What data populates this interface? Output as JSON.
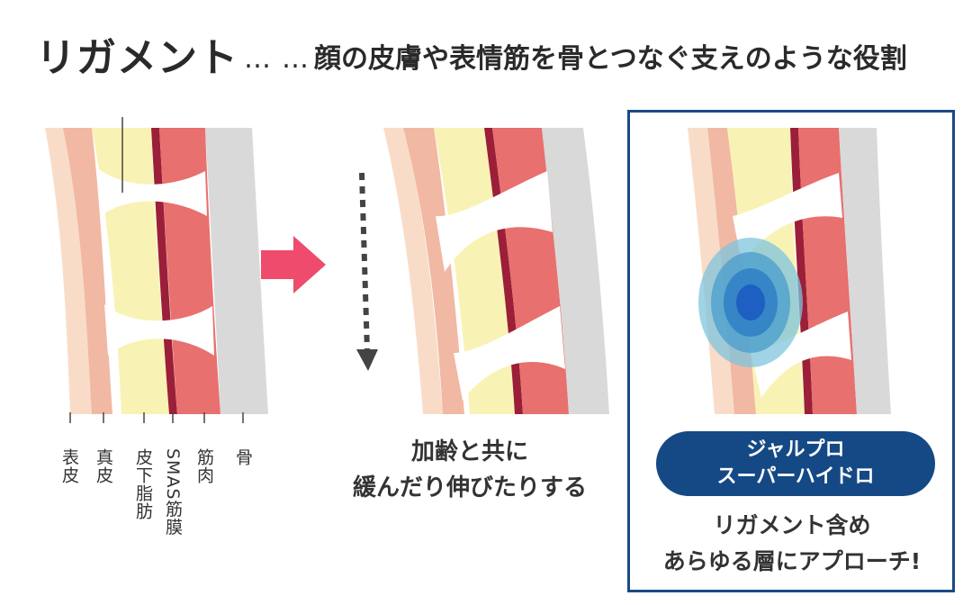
{
  "title": {
    "main": "リガメント",
    "dots": "…",
    "description": "顔の皮膚や表情筋を骨とつなぐ支えのような役割"
  },
  "layers": {
    "epidermis": "表皮",
    "dermis": "真皮",
    "fat": "皮下脂肪",
    "smas": "SMAS筋膜",
    "muscle": "筋肉",
    "bone": "骨"
  },
  "middle_caption": {
    "line1": "加齢と共に",
    "line2": "緩んだり伸びたりする"
  },
  "right_panel": {
    "badge_line1": "ジャルプロ",
    "badge_line2": "スーパーハイドロ",
    "caption_line1": "リガメント含め",
    "caption_line2": "あらゆる層にアプローチ!"
  },
  "colors": {
    "epidermis": "#f9dcc8",
    "dermis": "#f1b8a4",
    "fat": "#f8f3b4",
    "smas": "#9b1f38",
    "muscle": "#e8706e",
    "bone": "#d9d9d9",
    "arrow": "#ef4b6c",
    "navy": "#154985"
  }
}
